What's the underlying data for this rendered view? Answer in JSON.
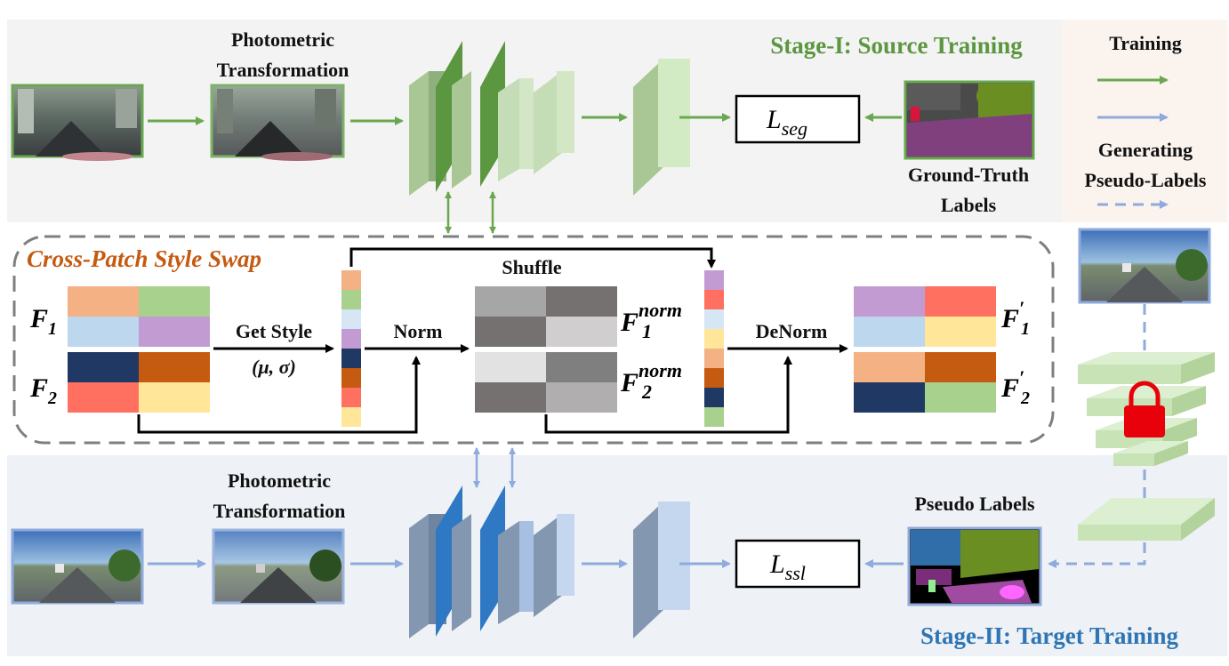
{
  "stage1": {
    "title": "Stage-I: Source Training",
    "photometric": [
      "Photometric",
      "Transformation"
    ],
    "loss": {
      "base": "L",
      "sub": "seg"
    },
    "labels_caption": [
      "Ground-Truth",
      "Labels"
    ]
  },
  "stage2": {
    "title": "Stage-II: Target Training",
    "photometric": [
      "Photometric",
      "Transformation"
    ],
    "loss": {
      "base": "L",
      "sub": "ssl"
    },
    "labels_caption": "Pseudo Labels"
  },
  "legend": {
    "training": "Training",
    "generating": [
      "Generating",
      "Pseudo-Labels"
    ]
  },
  "cpss": {
    "title": "Cross-Patch Style Swap",
    "get_style": "Get Style",
    "mu_sigma": "(μ, σ)",
    "norm": "Norm",
    "shuffle": "Shuffle",
    "denorm": "DeNorm",
    "f1": {
      "base": "F",
      "sub": "1"
    },
    "f2": {
      "base": "F",
      "sub": "2"
    },
    "f1norm": {
      "base": "F",
      "sub": "1",
      "sup": "norm"
    },
    "f2norm": {
      "base": "F",
      "sub": "2",
      "sup": "norm"
    },
    "f1prime": {
      "base": "F",
      "sub": "1",
      "sup": "′"
    },
    "f2prime": {
      "base": "F",
      "sub": "2",
      "sup": "′"
    }
  },
  "colors": {
    "green_dark": "#5b9640",
    "green_light": "#cfe8bf",
    "blue_dark": "#2e78c4",
    "blue_light": "#bcd3ef",
    "orange_title": "#c55a11",
    "stage2_title": "#2e75b6",
    "lock_red": "#e8000b"
  }
}
